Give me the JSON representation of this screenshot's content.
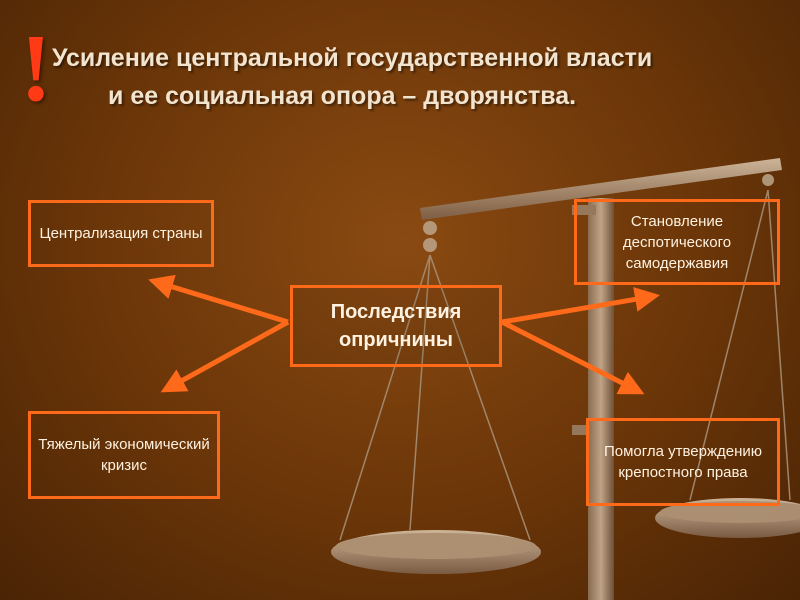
{
  "slide": {
    "exclamation": "!",
    "title_line1": "Усиление центральной государственной власти",
    "title_line2": "и ее социальная опора – дворянства."
  },
  "diagram": {
    "center": "Последствия опричнины",
    "nodes": [
      {
        "id": "centralization",
        "label": "Централизация страны"
      },
      {
        "id": "despotism",
        "label": "Становление деспотического самодержавия"
      },
      {
        "id": "crisis",
        "label": "Тяжелый экономический кризис"
      },
      {
        "id": "serfdom",
        "label": "Помогла утверждению крепостного права"
      }
    ]
  },
  "colors": {
    "accent": "#ff6a1a",
    "exclamation": "#ff3a14",
    "text": "#fff2e0",
    "title": "#f2e4cf"
  },
  "icons": {
    "background": "scales-of-justice-icon"
  }
}
